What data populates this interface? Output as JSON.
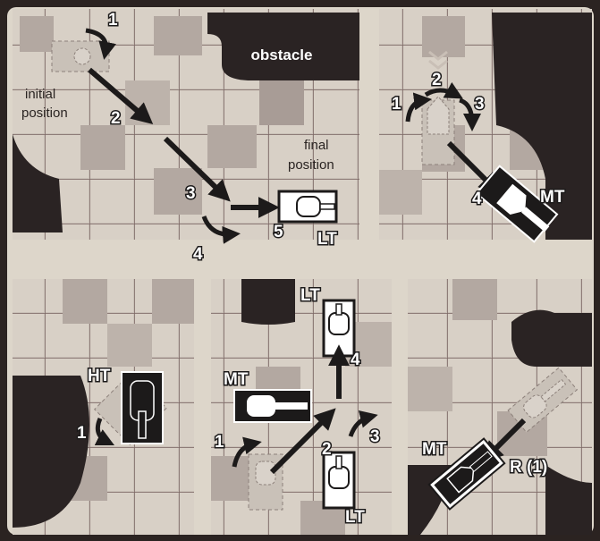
{
  "panels": {
    "a": {
      "obstacle_label": "obstacle",
      "initial_position": [
        "initial",
        "position"
      ],
      "final_position": [
        "final",
        "position"
      ],
      "step_1": "1",
      "step_2": "2",
      "step_3": "3",
      "step_4": "4",
      "step_5": "5",
      "tank_label": "LT"
    },
    "b": {
      "step_1": "1",
      "step_2": "2",
      "step_3": "3",
      "step_4": "4",
      "tank_label": "MT"
    },
    "c": {
      "step_1": "1",
      "tank_label": "HT"
    },
    "d": {
      "tank_mt_label": "MT",
      "tank_lt_top_label": "LT",
      "tank_lt_bottom_label": "LT",
      "step_1": "1",
      "step_2": "2",
      "step_3": "3",
      "step_4": "4"
    },
    "e": {
      "tank_label": "MT",
      "reverse_label": "R (1)"
    }
  },
  "colors": {
    "frame": "#2b2321",
    "road": "#ddd6ca",
    "tile_light": "#d5cdc3",
    "tile_mid": "#b7aca5",
    "tile_dark": "#9a8e89",
    "obstacle": "#2a2323",
    "arrow": "#1c1a1a",
    "ghost_tank": "#c9c1b8"
  }
}
